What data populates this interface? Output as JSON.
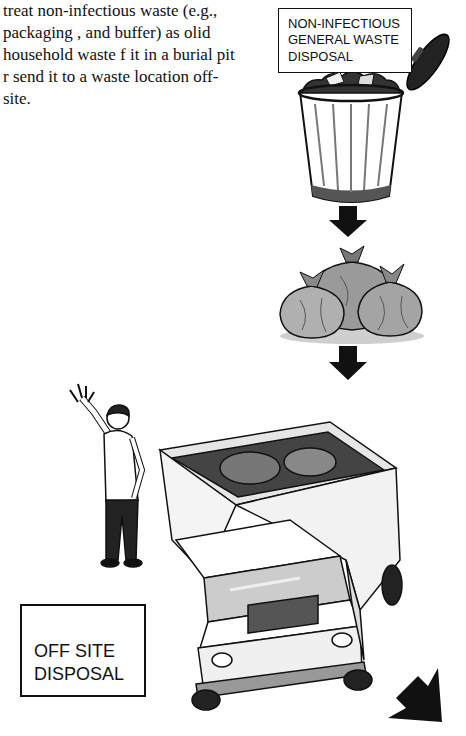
{
  "diagram": {
    "nodes": [
      {
        "text": [
          "NON-INFECTIOUS GENERAL WASTE DISPOSAL"
        ]
      },
      {
        "text": [
          "OFF SITE DISPOSAL"
        ]
      }
    ],
    "labels": [
      "treat non-infectious waste (e.g., packaging , and buffer) as olid household waste f it in a burial pit r send it to a waste location off-site."
    ]
  }
}
